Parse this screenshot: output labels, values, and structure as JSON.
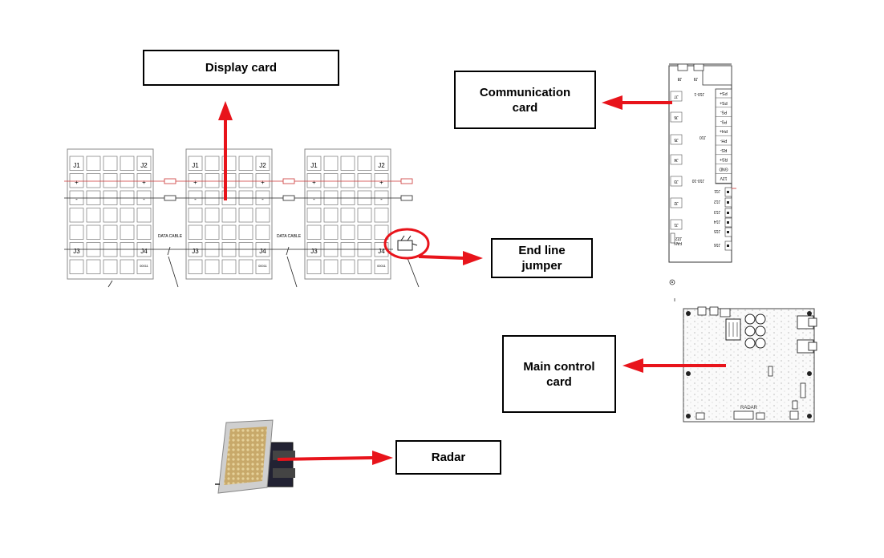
{
  "labels": {
    "display_card": "Display card",
    "communication_card_line1": "Communication",
    "communication_card_line2": "card",
    "end_line_jumper_line1": "End line",
    "end_line_jumper_line2": "jumper",
    "main_control_card_line1": "Main control",
    "main_control_card_line2": "card",
    "radar": "Radar"
  },
  "display_modules": {
    "connectors": [
      "J1",
      "J2",
      "J3",
      "J4"
    ],
    "plus": "+",
    "minus": "-",
    "cable_label": "DATA CABLE",
    "module_code": "00011"
  },
  "comm_card": {
    "left_labels": [
      "J7",
      "J6",
      "J5",
      "J4",
      "J3",
      "J2",
      "J1"
    ],
    "terminal_labels": [
      "PS+",
      "PS+",
      "PS-",
      "PS-",
      "PH+",
      "PH-",
      "RS-",
      "RS+",
      "GND",
      "12V"
    ],
    "right_labels": [
      "J11",
      "J12",
      "J13",
      "J14",
      "J15",
      "J16"
    ],
    "misc_labels": [
      "J10-1",
      "J10",
      "J10-10",
      "J22",
      "FAN",
      "J8",
      "J9"
    ]
  },
  "main_board": {
    "silk_label": "RADAR"
  },
  "colors": {
    "arrow": "#e8141b",
    "box_border": "#000000",
    "grid_line": "#888888"
  }
}
